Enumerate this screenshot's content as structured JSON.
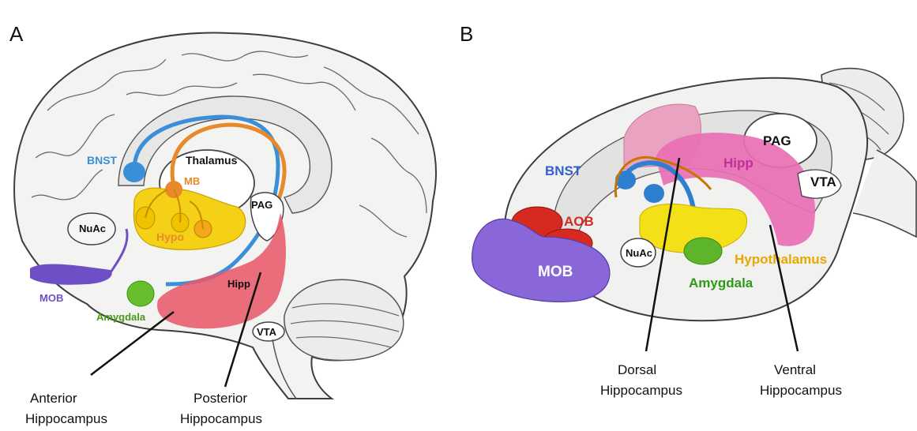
{
  "panels": {
    "A": {
      "letter": "A",
      "labels": {
        "bnst": "BNST",
        "thalamus": "Thalamus",
        "mb": "MB",
        "pag": "PAG",
        "hypo": "Hypo",
        "nuac": "NuAc",
        "mob": "MOB",
        "amygdala": "Amygdala",
        "hipp": "Hipp",
        "vta": "VTA"
      },
      "callouts": {
        "anterior_line1": "Anterior",
        "anterior_line2": "Hippocampus",
        "posterior_line1": "Posterior",
        "posterior_line2": "Hippocampus"
      }
    },
    "B": {
      "letter": "B",
      "labels": {
        "pag": "PAG",
        "bnst": "BNST",
        "hipp": "Hipp",
        "vta": "VTA",
        "aob": "AOB",
        "nuac": "NuAc",
        "mob": "MOB",
        "hypothalamus": "Hypothalamus",
        "amygdala": "Amygdala"
      },
      "callouts": {
        "dorsal_line1": "Dorsal",
        "dorsal_line2": "Hippocampus",
        "ventral_line1": "Ventral",
        "ventral_line2": "Hippocampus"
      }
    }
  },
  "colors": {
    "bnst": "#3a8fd8",
    "mb": "#e8892a",
    "hypo": "#f4d017",
    "mob": "#6f4fc6",
    "amygdala": "#67bf2c",
    "hipp_a": "#e85a6a",
    "hipp_b": "#e86fb3",
    "aob": "#d62a20",
    "brain_fill": "#f3f3f1",
    "shadow": "#d6d6d6"
  }
}
